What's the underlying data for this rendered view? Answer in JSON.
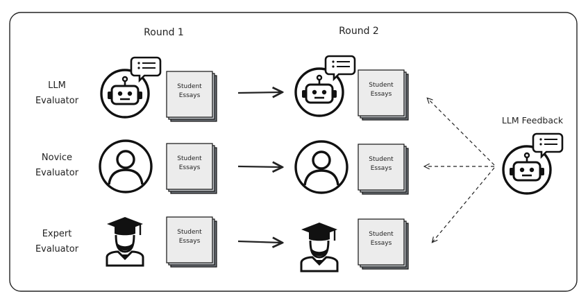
{
  "columns": [
    {
      "label": "Round 1"
    },
    {
      "label": "Round 2"
    }
  ],
  "rows": [
    {
      "label_line1": "LLM",
      "label_line2": "Evaluator",
      "icon": "robot-icon"
    },
    {
      "label_line1": "Novice",
      "label_line2": "Evaluator",
      "icon": "person-icon"
    },
    {
      "label_line1": "Expert",
      "label_line2": "Evaluator",
      "icon": "graduate-icon"
    }
  ],
  "essay_stack": {
    "line1": "Student",
    "line2": "Essays"
  },
  "feedback": {
    "label": "LLM Feedback",
    "icon": "robot-icon"
  }
}
